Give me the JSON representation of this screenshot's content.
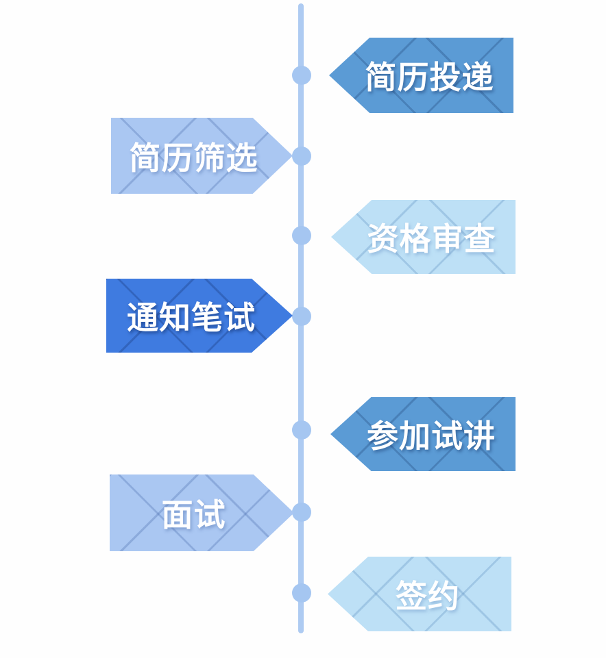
{
  "diagram": {
    "type": "vertical-timeline-flow",
    "steps": [
      {
        "label": "简历投递",
        "side": "right",
        "tone": "medium",
        "color": "#5B9BD5"
      },
      {
        "label": "简历筛选",
        "side": "left",
        "tone": "light",
        "color": "#AAC7F2"
      },
      {
        "label": "资格审查",
        "side": "right",
        "tone": "pale",
        "color": "#BDE0F6"
      },
      {
        "label": "通知笔试",
        "side": "left",
        "tone": "strong",
        "color": "#3F7BE0"
      },
      {
        "label": "参加试讲",
        "side": "right",
        "tone": "medium",
        "color": "#5B9BD5"
      },
      {
        "label": "面试",
        "side": "left",
        "tone": "light",
        "color": "#AAC7F2"
      },
      {
        "label": "签约",
        "side": "right",
        "tone": "pale",
        "color": "#BDE0F6"
      }
    ],
    "palette": {
      "timeline_line": "#AECBF2",
      "timeline_node": "#A5C6F1",
      "banner_strong": "#3F7BE0",
      "banner_medium": "#5B9BD5",
      "banner_light": "#AAC7F2",
      "banner_pale": "#BDE0F6",
      "text": "#FFFFFF",
      "background": "#FFFFFF"
    }
  }
}
